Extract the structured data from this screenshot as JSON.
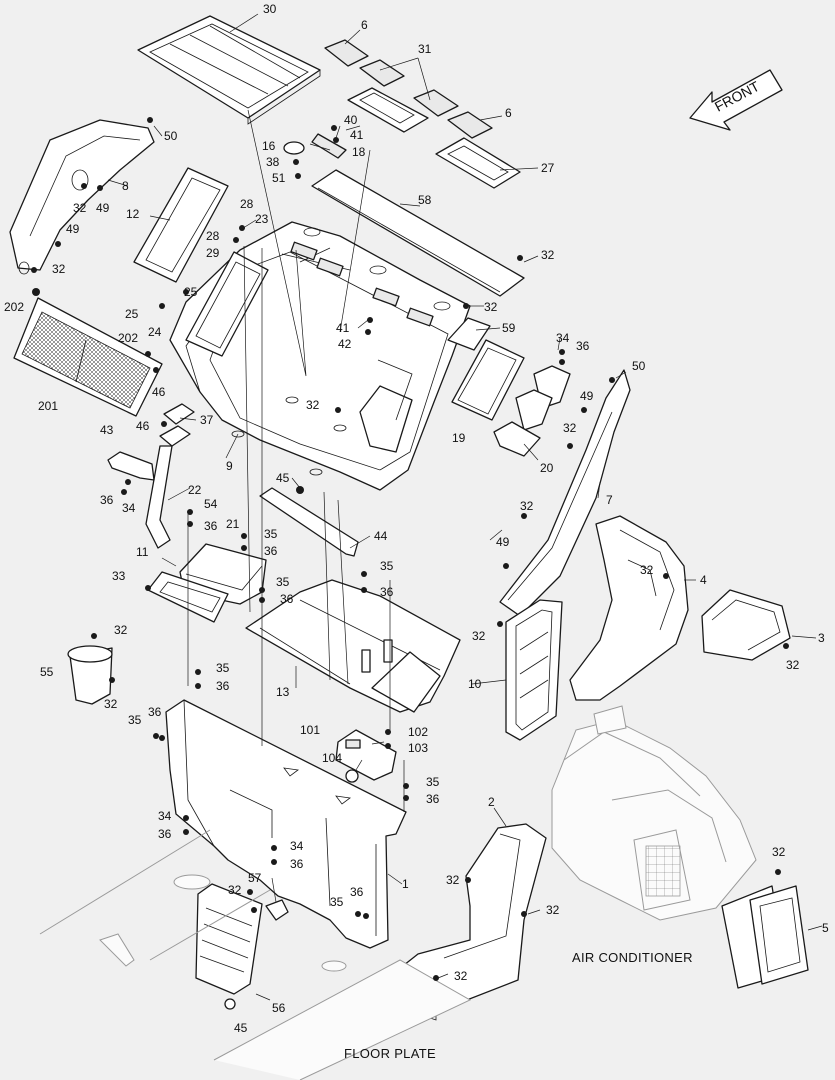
{
  "diagram": {
    "front_label": "FRONT",
    "captions": {
      "air_conditioner": "AIR CONDITIONER",
      "floor_plate": "FLOOR PLATE"
    },
    "callouts": [
      "30",
      "6",
      "31",
      "6",
      "50",
      "40",
      "41",
      "16",
      "18",
      "38",
      "51",
      "27",
      "8",
      "32",
      "49",
      "12",
      "28",
      "23",
      "58",
      "28",
      "29",
      "49",
      "32",
      "32",
      "202",
      "25",
      "25",
      "32",
      "59",
      "41",
      "24",
      "42",
      "202",
      "34",
      "36",
      "50",
      "46",
      "201",
      "37",
      "32",
      "49",
      "46",
      "32",
      "19",
      "43",
      "9",
      "20",
      "7",
      "22",
      "45",
      "36",
      "34",
      "54",
      "32",
      "36",
      "21",
      "35",
      "44",
      "36",
      "49",
      "11",
      "33",
      "35",
      "36",
      "32",
      "4",
      "35",
      "36",
      "32",
      "3",
      "32",
      "55",
      "13",
      "32",
      "10",
      "35",
      "36",
      "32",
      "36",
      "35",
      "101",
      "102",
      "103",
      "104",
      "35",
      "36",
      "2",
      "34",
      "36",
      "34",
      "36",
      "57",
      "32",
      "32",
      "1",
      "35",
      "36",
      "32",
      "5",
      "32",
      "45",
      "56"
    ]
  }
}
